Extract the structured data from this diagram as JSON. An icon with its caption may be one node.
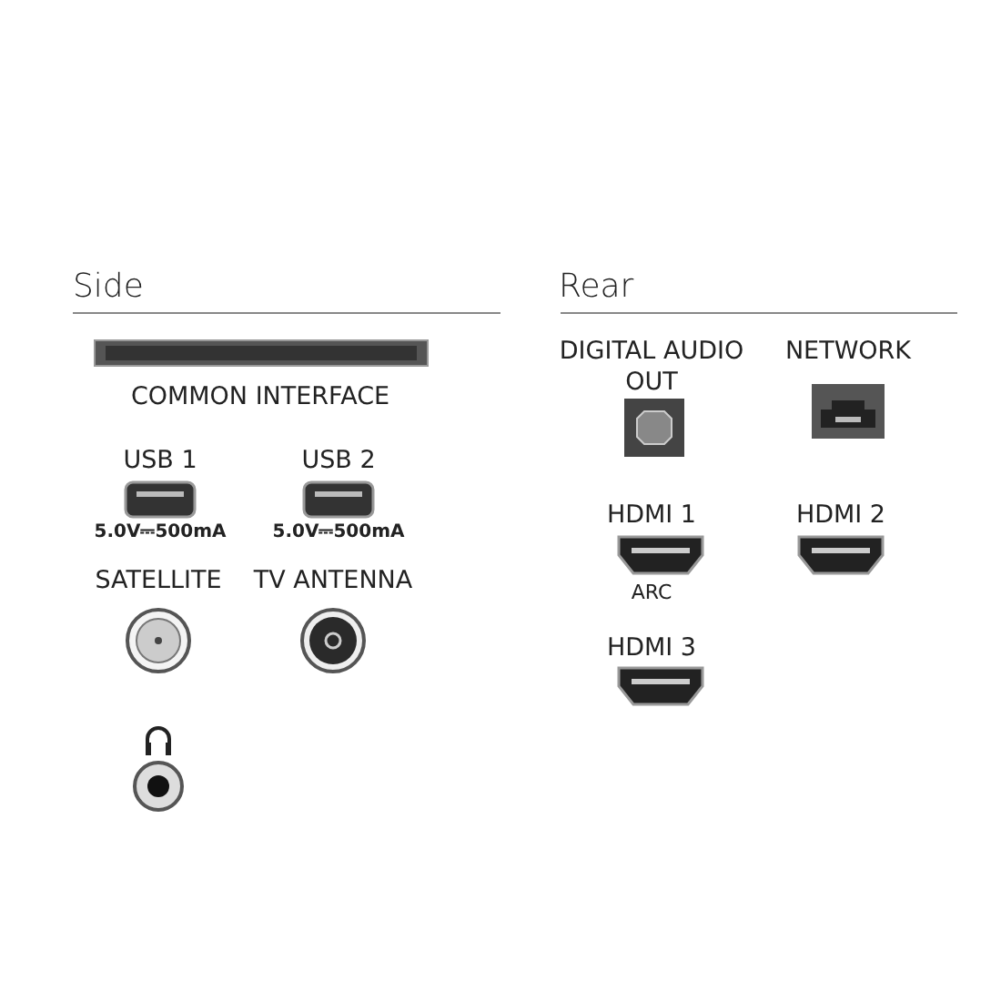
{
  "diagram": {
    "labels": [
      "Side",
      "Rear",
      "COMMON INTERFACE",
      "DIGITAL AUDIO OUT",
      "NETWORK",
      "USB 1",
      "USB 2",
      "5.0V⎓500mA",
      "5.0V⎓500mA",
      "HDMI 1",
      "HDMI 2",
      "ARC",
      "SATELLITE",
      "TV ANTENNA",
      "HDMI 3"
    ]
  }
}
